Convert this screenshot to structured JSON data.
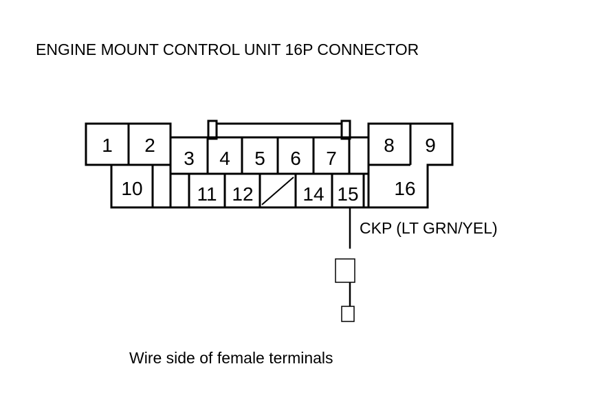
{
  "title": "ENGINE MOUNT CONTROL UNIT 16P CONNECTOR",
  "connector": {
    "pins": [
      {
        "id": "pin-1",
        "label": "1"
      },
      {
        "id": "pin-2",
        "label": "2"
      },
      {
        "id": "pin-3",
        "label": "3"
      },
      {
        "id": "pin-4",
        "label": "4"
      },
      {
        "id": "pin-5",
        "label": "5"
      },
      {
        "id": "pin-6",
        "label": "6"
      },
      {
        "id": "pin-7",
        "label": "7"
      },
      {
        "id": "pin-8",
        "label": "8"
      },
      {
        "id": "pin-9",
        "label": "9"
      },
      {
        "id": "pin-10",
        "label": "10"
      },
      {
        "id": "pin-11",
        "label": "11"
      },
      {
        "id": "pin-12",
        "label": "12"
      },
      {
        "id": "pin-14",
        "label": "14"
      },
      {
        "id": "pin-15",
        "label": "15"
      },
      {
        "id": "pin-16",
        "label": "16"
      }
    ]
  },
  "wire_label": "CKP (LT GRN/YEL)",
  "caption": "Wire side of female terminals"
}
